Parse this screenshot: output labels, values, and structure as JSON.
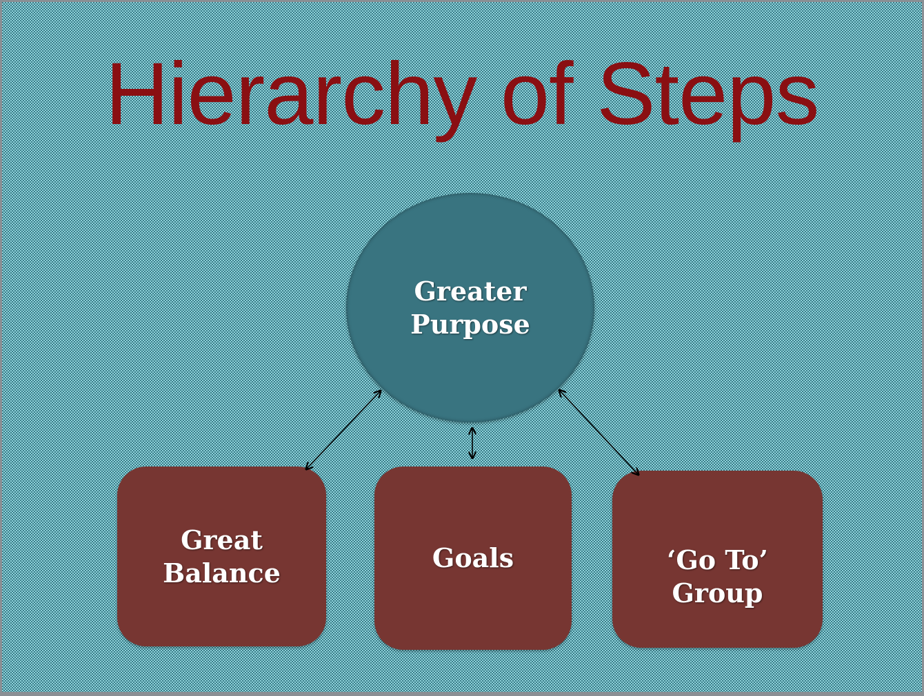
{
  "title": "Hierarchy of Steps",
  "nodes": {
    "top": [
      "Greater",
      "Purpose"
    ],
    "left": [
      "Great",
      "Balance"
    ],
    "middle": [
      "Goals"
    ],
    "right": [
      "‘Go To’",
      "Group"
    ]
  },
  "colors": {
    "title": "#8a0f12",
    "circle": "#397480",
    "box": "#773632"
  }
}
